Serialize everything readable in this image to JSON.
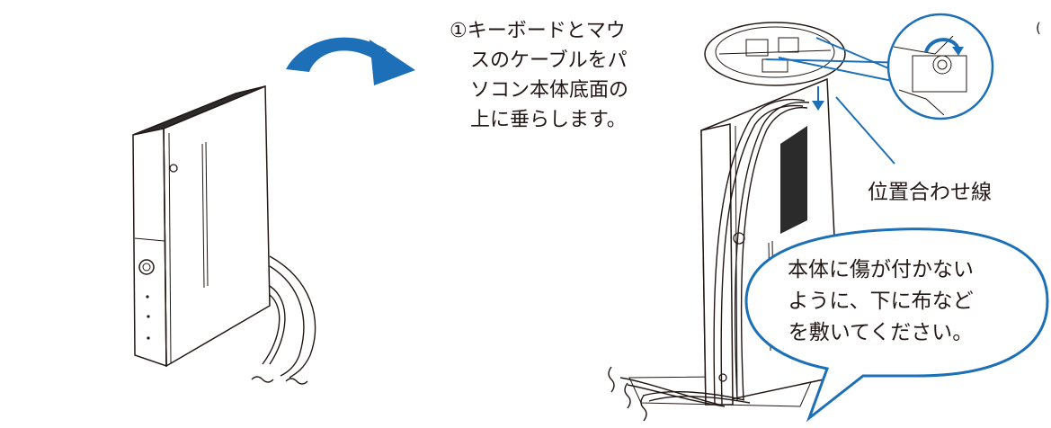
{
  "colors": {
    "accent_blue": "#1d70b7",
    "bubble_fill": "#ffffff",
    "line": "#231815",
    "case_dark": "#2b2b2b"
  },
  "icons": {
    "rotate_arrow": "curved-arrow-icon",
    "screw_turn": "rotate-screw-icon"
  },
  "step1": {
    "lines": [
      "①キーボードとマウ",
      "スのケーブルをパ",
      "ソコン本体底面の",
      "上に垂らします。"
    ]
  },
  "alignment_label": "位置合わせ線",
  "bubble": {
    "lines": [
      "本体に傷が付かない",
      "ように、下に布など",
      "を敷いてください。"
    ]
  },
  "edge_mark": "("
}
